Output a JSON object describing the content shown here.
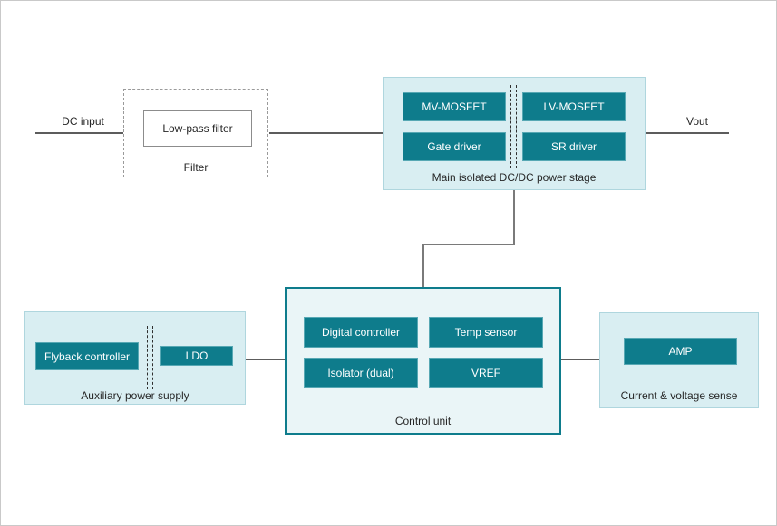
{
  "colors": {
    "teal": "#0E7C8C",
    "teal_border": "#57A8B4",
    "light_fill": "#D9EEF2",
    "light_border": "#AFD6DE",
    "control_fill": "#EAF5F7",
    "wire": "#5C5C5C",
    "connector": "#7A7A7A",
    "text": "#262626",
    "dash": "#2E2E2E",
    "canvas_border": "#C9C9C9"
  },
  "labels": {
    "dc_input": "DC input",
    "vout": "Vout"
  },
  "filter": {
    "caption": "Filter",
    "lowpass_label": "Low-pass filter"
  },
  "main_stage": {
    "caption": "Main isolated DC/DC power stage",
    "blocks": [
      "MV-MOSFET",
      "LV-MOSFET",
      "Gate driver",
      "SR driver"
    ]
  },
  "control_unit": {
    "caption": "Control unit",
    "blocks": [
      "Digital controller",
      "Temp sensor",
      "Isolator (dual)",
      "VREF"
    ]
  },
  "aux_supply": {
    "caption": "Auxiliary power supply",
    "blocks": [
      "Flyback controller",
      "LDO"
    ]
  },
  "sense": {
    "caption": "Current & voltage sense",
    "blocks": [
      "AMP"
    ]
  }
}
